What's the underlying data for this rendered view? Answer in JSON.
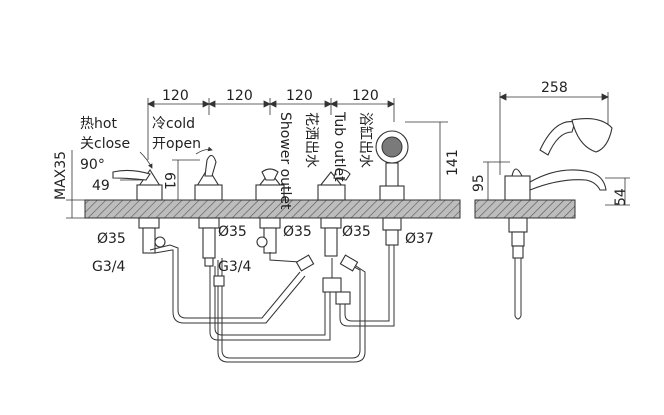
{
  "front_view": {
    "spacing_dims": [
      "120",
      "120",
      "120",
      "120"
    ],
    "hot_label": "热hot",
    "close_label": "关close",
    "cold_label": "冷cold",
    "open_label": "开open",
    "angle_label": "90°",
    "max_depth_label": "MAX35",
    "dim_49": "49",
    "dim_61": "61",
    "dim_141": "141",
    "shower_outlet_label": "花洒出水",
    "shower_outlet_en": "Shower outlet",
    "tub_outlet_label": "浴缸出水",
    "tub_outlet_en": "Tub outlet",
    "dia_labels": [
      "Ø35",
      "Ø35",
      "Ø35",
      "Ø35",
      "Ø37"
    ],
    "thread_labels": [
      "G3/4",
      "G3/4"
    ]
  },
  "side_view": {
    "width_dim": "258",
    "height_dim": "95",
    "spout_dim": "54"
  }
}
